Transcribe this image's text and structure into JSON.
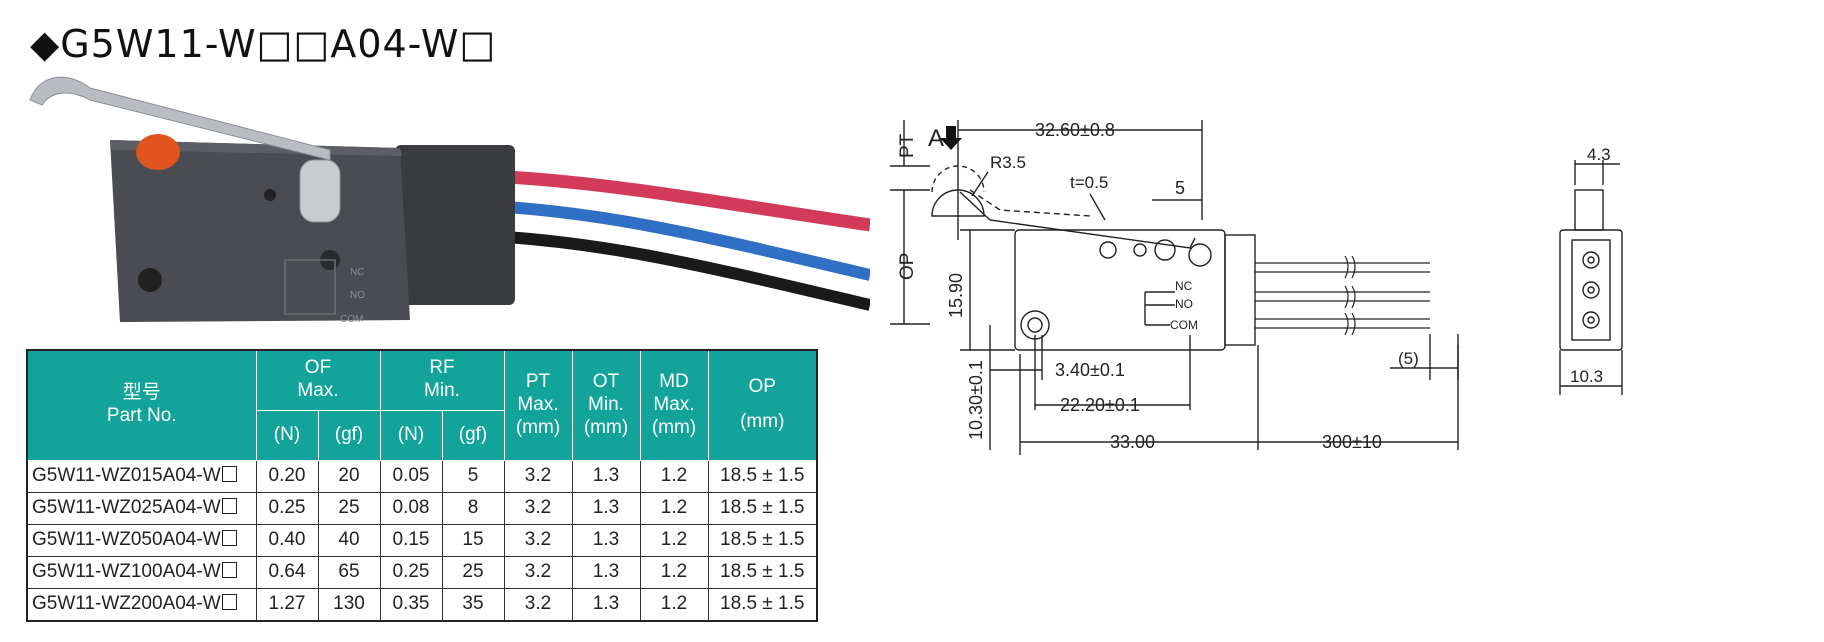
{
  "title": "◆G5W11-W□□A04-W□",
  "photo": {
    "terminal_labels": [
      "NC",
      "NO",
      "COM"
    ]
  },
  "table": {
    "header_part_cn": "型号",
    "header_part_en": "Part No.",
    "groups": [
      {
        "label": "OF",
        "sub": "Max."
      },
      {
        "label": "RF",
        "sub": "Min."
      }
    ],
    "single_cols": [
      {
        "label": "PT",
        "sub": "Max.",
        "unit": "(mm)"
      },
      {
        "label": "OT",
        "sub": "Min.",
        "unit": "(mm)"
      },
      {
        "label": "MD",
        "sub": "Max.",
        "unit": "(mm)"
      }
    ],
    "op": {
      "label": "OP",
      "unit": "(mm)"
    },
    "unit_n": "(N)",
    "unit_gf": "(gf)",
    "rows": [
      {
        "part": "G5W11-WZ015A04-W",
        "of_n": "0.20",
        "of_gf": "20",
        "rf_n": "0.05",
        "rf_gf": "5",
        "pt": "3.2",
        "ot": "1.3",
        "md": "1.2",
        "op": "18.5 ± 1.5"
      },
      {
        "part": "G5W11-WZ025A04-W",
        "of_n": "0.25",
        "of_gf": "25",
        "rf_n": "0.08",
        "rf_gf": "8",
        "pt": "3.2",
        "ot": "1.3",
        "md": "1.2",
        "op": "18.5 ± 1.5"
      },
      {
        "part": "G5W11-WZ050A04-W",
        "of_n": "0.40",
        "of_gf": "40",
        "rf_n": "0.15",
        "rf_gf": "15",
        "pt": "3.2",
        "ot": "1.3",
        "md": "1.2",
        "op": "18.5 ± 1.5"
      },
      {
        "part": "G5W11-WZ100A04-W",
        "of_n": "0.64",
        "of_gf": "65",
        "rf_n": "0.25",
        "rf_gf": "25",
        "pt": "3.2",
        "ot": "1.3",
        "md": "1.2",
        "op": "18.5 ± 1.5"
      },
      {
        "part": "G5W11-WZ200A04-W",
        "of_n": "1.27",
        "of_gf": "130",
        "rf_n": "0.35",
        "rf_gf": "35",
        "pt": "3.2",
        "ot": "1.3",
        "md": "1.2",
        "op": "18.5 ± 1.5"
      }
    ]
  },
  "drawing": {
    "view_label": "A",
    "pt": "PT",
    "op": "OP",
    "dim_width": "32.60±0.8",
    "radius": "R3.5",
    "thickness": "t=0.5",
    "dim_5": "5",
    "dim_height": "15.90",
    "nc": "NC",
    "no": "NO",
    "com": "COM",
    "dim_340": "3.40±0.1",
    "dim_2220": "22.20±0.1",
    "dim_1030": "10.30±0.1",
    "dim_33": "33.00",
    "dim_300": "300±10",
    "dim_paren5": "(5)",
    "dim_43": "4.3",
    "dim_103": "10.3"
  }
}
